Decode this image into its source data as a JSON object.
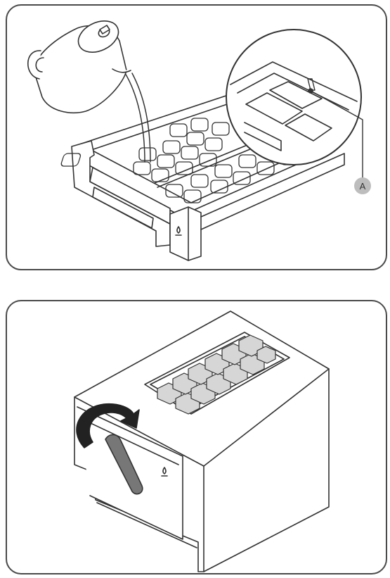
{
  "panels": [
    {
      "id": "fill-tray",
      "callout": {
        "label": "A",
        "color": "#bdbdbd"
      }
    },
    {
      "id": "twist-handle",
      "arrow_color": "#222222",
      "handle_color": "#777777"
    }
  ],
  "ice_cube_color": "#d6d6d6"
}
